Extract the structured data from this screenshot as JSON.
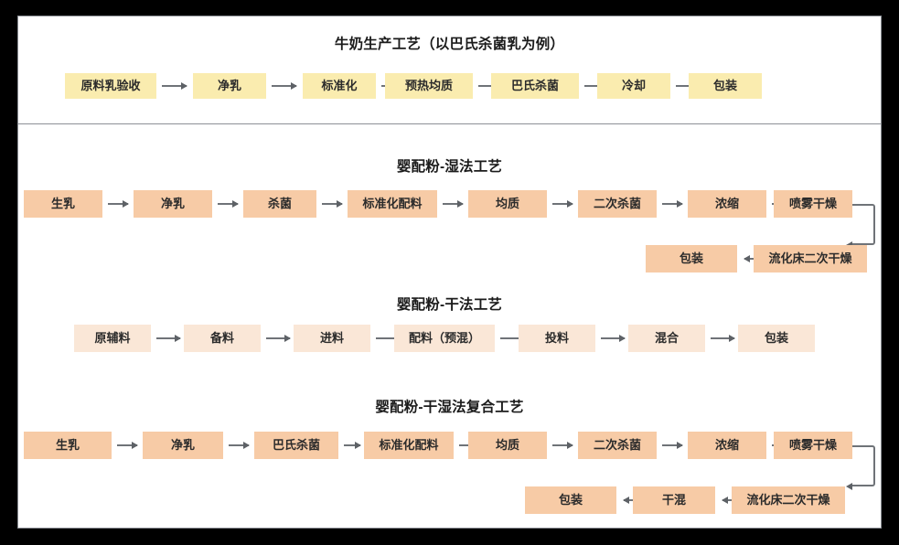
{
  "page": {
    "background": "#000000",
    "panel_background": "#ffffff",
    "border_color": "#8c9096"
  },
  "colors": {
    "yellow_box": "#faecaf",
    "orange_box": "#f7cba6",
    "peach_box": "#fae7d7",
    "arrow": "#6f7378",
    "text": "#2b2b2b"
  },
  "sections": [
    {
      "id": "milk-production",
      "title": "牛奶生产工艺（以巴氏杀菌乳为例）",
      "style": "yellow",
      "rows": [
        {
          "steps": [
            "原料乳验收",
            "净乳",
            "标准化",
            "预热均质",
            "巴氏杀菌",
            "冷却",
            "包装"
          ]
        }
      ]
    },
    {
      "id": "infant-formula-wet",
      "title": "婴配粉-湿法工艺",
      "style": "orange",
      "rows": [
        {
          "steps": [
            "生乳",
            "净乳",
            "杀菌",
            "标准化配料",
            "均质",
            "二次杀菌",
            "浓缩",
            "喷雾干燥"
          ]
        },
        {
          "steps": [
            "包装",
            "流化床二次干燥"
          ],
          "direction": "right-to-left"
        }
      ]
    },
    {
      "id": "infant-formula-dry",
      "title": "婴配粉-干法工艺",
      "style": "peach",
      "rows": [
        {
          "steps": [
            "原辅料",
            "备料",
            "进料",
            "配料（预混）",
            "投料",
            "混合",
            "包装"
          ]
        }
      ]
    },
    {
      "id": "infant-formula-dry-wet",
      "title": "婴配粉-干湿法复合工艺",
      "style": "orange",
      "rows": [
        {
          "steps": [
            "生乳",
            "净乳",
            "巴氏杀菌",
            "标准化配料",
            "均质",
            "二次杀菌",
            "浓缩",
            "喷雾干燥"
          ]
        },
        {
          "steps": [
            "包装",
            "干混",
            "流化床二次干燥"
          ],
          "direction": "right-to-left"
        }
      ]
    }
  ]
}
